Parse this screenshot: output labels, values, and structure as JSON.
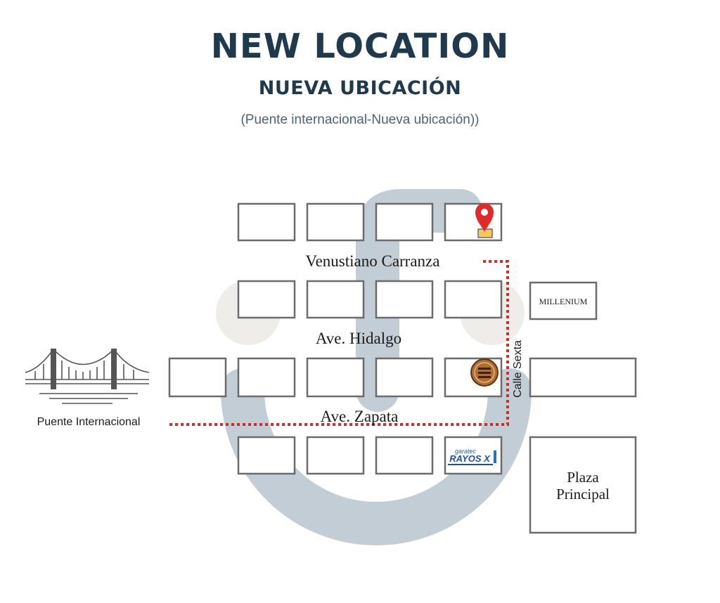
{
  "header": {
    "title": "NEW LOCATION",
    "subtitle": "NUEVA UBICACIÓN",
    "caption": "(Puente internacional-Nueva ubicación))"
  },
  "streets": {
    "carranza": "Venustiano Carranza",
    "hidalgo": "Ave. Hidalgo",
    "zapata": "Ave. Zapata",
    "sexta": "Calle Sexta"
  },
  "places": {
    "bridge": "Puente Internacional",
    "millenium": "MILLENIUM",
    "plaza_line1": "Plaza",
    "plaza_line2": "Principal",
    "rayos_brand": "garatec",
    "rayos_name": "RAYOS X"
  },
  "icons": {
    "pin": "location-pin-icon",
    "bridge": "suspension-bridge-icon",
    "coffee": "coffee-shop-logo-icon"
  },
  "colors": {
    "title": "#1f3a4c",
    "route": "#d42a2a",
    "pin": "#e02b2b",
    "block_stroke": "#6b6b6b",
    "watermark": "#c3cdd5"
  }
}
